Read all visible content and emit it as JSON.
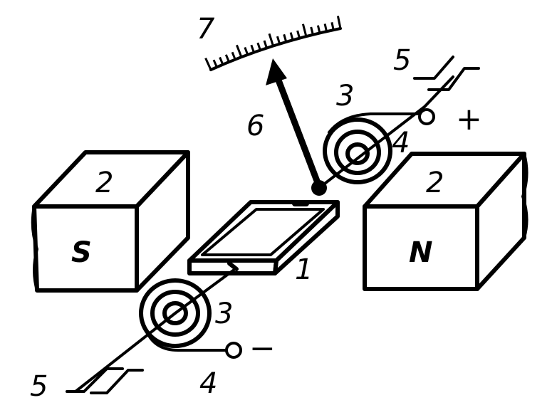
{
  "labels": {
    "frame": "1",
    "magnet_left": "2",
    "magnet_right": "2",
    "spring_top": "3",
    "spring_bottom": "3",
    "shaft_top": "4",
    "shaft_bottom": "4",
    "bearing_top": "5",
    "bearing_bottom": "5",
    "pointer": "6",
    "scale": "7"
  },
  "poles": {
    "south": "S",
    "north": "N"
  },
  "terminals": {
    "plus": "+",
    "minus": "−"
  }
}
